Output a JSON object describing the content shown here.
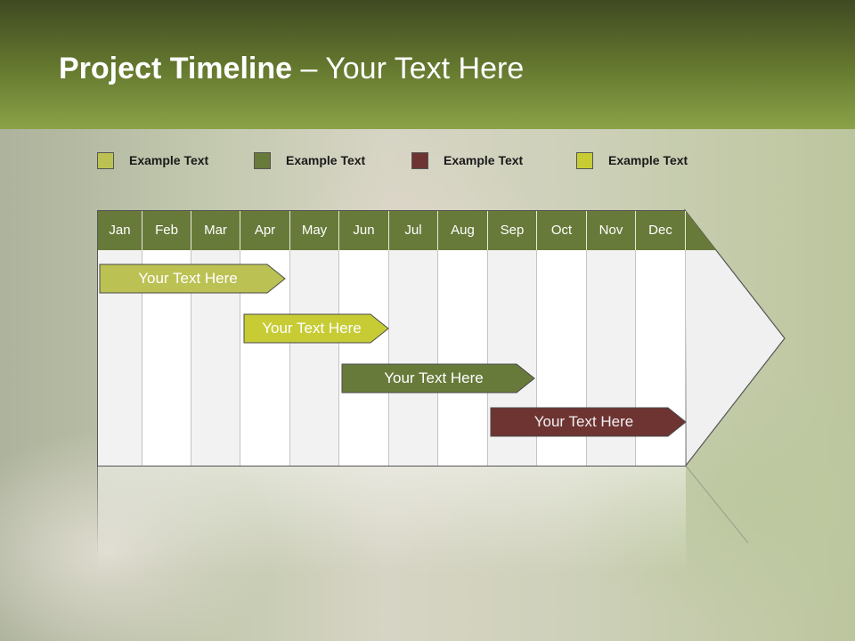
{
  "title": {
    "strong": "Project Timeline",
    "rest": " – Your Text Here"
  },
  "colors": {
    "lime": "#bcc153",
    "olive": "#687a3a",
    "maroon": "#6e3432",
    "yellow": "#c7cc35"
  },
  "legend": [
    {
      "label": "Example Text",
      "color": "#bcc153"
    },
    {
      "label": "Example Text",
      "color": "#687a3a"
    },
    {
      "label": "Example Text",
      "color": "#6e3432"
    },
    {
      "label": "Example Text",
      "color": "#c7cc35"
    }
  ],
  "months": [
    "Jan",
    "Feb",
    "Mar",
    "Apr",
    "May",
    "Jun",
    "Jul",
    "Aug",
    "Sep",
    "Oct",
    "Nov",
    "Dec"
  ],
  "tasks": [
    {
      "label": "Your  Text Here",
      "color": "#bcc153",
      "start_month": "Jan",
      "end_month": "Apr"
    },
    {
      "label": "Your  Text Here",
      "color": "#c7cc35",
      "start_month": "Apr",
      "end_month": "Jun"
    },
    {
      "label": "Your  Text Here",
      "color": "#687a3a",
      "start_month": "Jun",
      "end_month": "Sep"
    },
    {
      "label": "Your  Text Here",
      "color": "#6e3432",
      "start_month": "Sep",
      "end_month": "Dec"
    }
  ]
}
